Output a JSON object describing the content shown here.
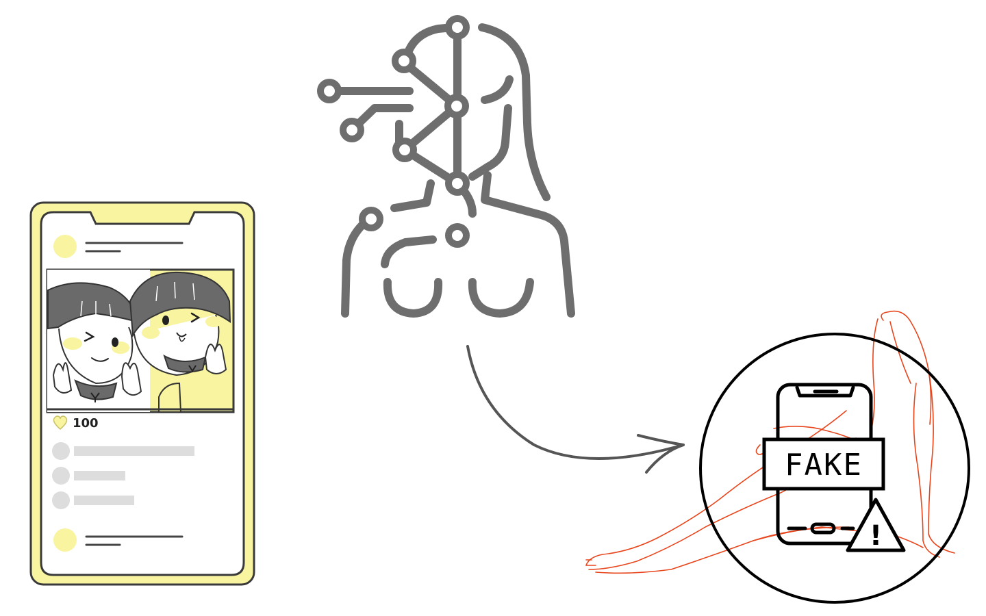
{
  "phone_post": {
    "likes_count": "100",
    "accent_color": "#f8f4a0",
    "frame_color": "#3a3a3a",
    "icons": [
      "heart-icon",
      "avatar",
      "comment-avatar"
    ]
  },
  "ai_figure": {
    "stroke_color": "#6e6e6e",
    "icon": "ai-neural-network-woman-icon"
  },
  "arrow": {
    "icon": "curved-arrow-icon",
    "color": "#555555"
  },
  "result": {
    "label": "FAKE",
    "warning_symbol": "!",
    "icon": "fake-phone-warning-icon",
    "overlay_color": "#e8451c"
  }
}
